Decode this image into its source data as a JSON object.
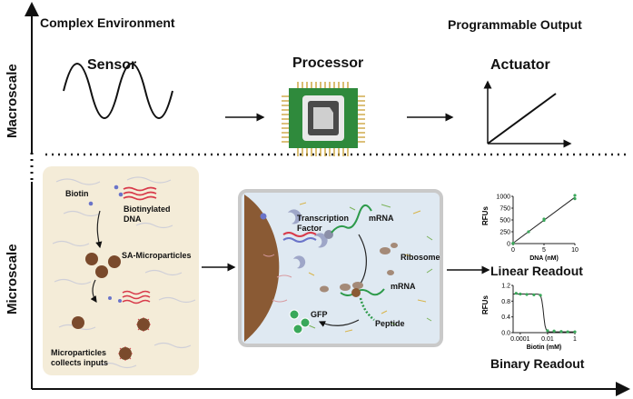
{
  "header": {
    "left_title": "Complex Environment",
    "right_title": "Programmable Output"
  },
  "axes": {
    "macro_label": "Macroscale",
    "micro_label": "Microscale"
  },
  "macro": {
    "sensor": "Sensor",
    "processor": "Processor",
    "actuator": "Actuator"
  },
  "left_panel": {
    "biotin": "Biotin",
    "biotinylated_dna_1": "Biotinylated",
    "biotinylated_dna_2": "DNA",
    "sa_microparticles": "SA-Microparticles",
    "collects_1": "Microparticles",
    "collects_2": "collects inputs"
  },
  "cell": {
    "tf_1": "Transcription",
    "tf_2": "Factor",
    "mrna_top": "mRNA",
    "ribosome": "Ribosome",
    "mrna_mid": "mRNA",
    "gfp": "GFP",
    "peptide": "Peptide"
  },
  "linear_chart": {
    "ylabel": "RFUs",
    "xlabel": "DNA (nM)",
    "yticks": [
      "1000",
      "750",
      "500",
      "250",
      "0"
    ],
    "xticks": [
      "0",
      "5",
      "10"
    ],
    "caption": "Linear Readout"
  },
  "binary_chart": {
    "ylabel": "RFUs",
    "xlabel": "Biotin (mM)",
    "yticks": [
      "1.2",
      "0.8",
      "0.4",
      "0.0"
    ],
    "xticks": [
      "0.0001",
      "0.01",
      "1"
    ],
    "caption": "Binary Readout"
  },
  "chart_data": [
    {
      "type": "scatter",
      "xlabel": "DNA (nM)",
      "ylabel": "RFUs",
      "xlim": [
        0,
        10
      ],
      "ylim": [
        0,
        1000
      ],
      "x": [
        0,
        0,
        2.5,
        5,
        5,
        10,
        10
      ],
      "y": [
        0,
        10,
        250,
        490,
        520,
        950,
        1020
      ],
      "fit_line": {
        "x": [
          0,
          10
        ],
        "y": [
          10,
          980
        ]
      }
    },
    {
      "type": "scatter",
      "xlabel": "Biotin (mM)",
      "ylabel": "RFUs",
      "xscale": "log",
      "xlim": [
        3e-05,
        1
      ],
      "ylim": [
        0,
        1.2
      ],
      "x": [
        5e-05,
        0.0001,
        0.0003,
        0.001,
        0.003,
        0.01,
        0.03,
        0.1,
        0.3,
        1
      ],
      "y": [
        1.0,
        0.98,
        0.97,
        0.96,
        0.95,
        0.05,
        0.04,
        0.03,
        0.02,
        0.02
      ]
    }
  ]
}
